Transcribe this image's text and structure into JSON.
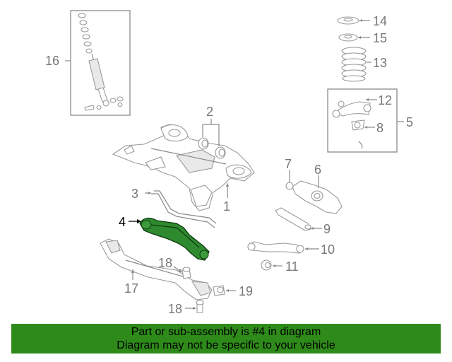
{
  "diagram": {
    "callouts": {
      "c1": "1",
      "c2": "2",
      "c3": "3",
      "c4": "4",
      "c5": "5",
      "c6": "6",
      "c7": "7",
      "c8": "8",
      "c9": "9",
      "c10": "10",
      "c11": "11",
      "c12": "12",
      "c13": "13",
      "c14": "14",
      "c15": "15",
      "c16": "16",
      "c17": "17",
      "c18a": "18",
      "c18b": "18",
      "c19": "19"
    },
    "highlighted_part": "4",
    "highlight_color": "#2f8a2f"
  },
  "banner": {
    "line1": "Part or sub-assembly is #4 in diagram",
    "line2": "Diagram may not be specific to your vehicle",
    "background": "#2e8b1a"
  }
}
